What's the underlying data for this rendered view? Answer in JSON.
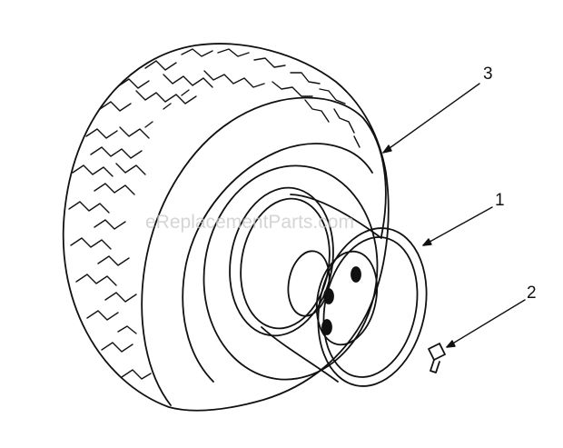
{
  "callouts": {
    "tire": "3",
    "rim": "1",
    "valve_stem": "2"
  },
  "watermark": "eReplacementParts.com",
  "colors": {
    "ink": "#111111",
    "paper": "#ffffff",
    "watermark": "#c8c8c8"
  }
}
